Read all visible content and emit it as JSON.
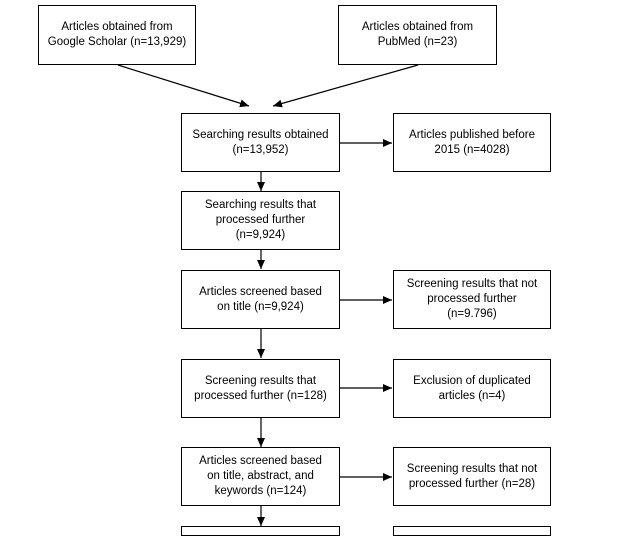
{
  "boxes": {
    "google_scholar": "Articles obtained from\nGoogle Scholar (n=13,929)",
    "pubmed": "Articles obtained from\nPubMed (n=23)",
    "search_results": "Searching results obtained\n(n=13,952)",
    "before_2015": "Articles published before\n2015 (n=4028)",
    "processed_further_1": "Searching results that\nprocessed further\n(n=9,924)",
    "screened_title": "Articles screened based\non title (n=9,924)",
    "not_processed_1": "Screening results that not\nprocessed further\n(n=9.796)",
    "processed_further_2": "Screening results that\nprocessed further (n=128)",
    "duplicates": "Exclusion of duplicated\narticles (n=4)",
    "screened_abstract": "Articles screened based\non title, abstract, and\nkeywords (n=124)",
    "not_processed_2": "Screening results that not\nprocessed further (n=28)"
  }
}
